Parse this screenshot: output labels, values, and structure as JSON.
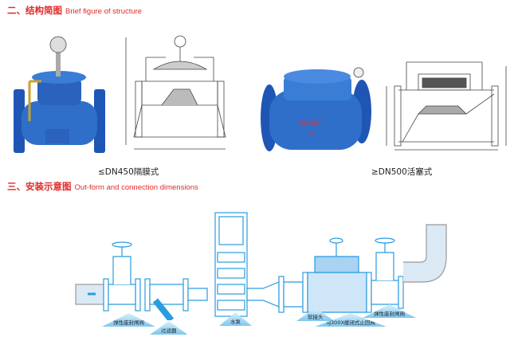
{
  "section1": {
    "number": "二、",
    "title_cn": "结构简图",
    "title_en": "Brief figure of structure"
  },
  "figures": [
    {
      "caption": "≤DN450隔膜式"
    },
    {
      "caption": "≥DN500活塞式",
      "marking": "DN500",
      "pressure": "16"
    }
  ],
  "section2": {
    "number": "三、",
    "title_cn": "安装示意图",
    "title_en": "Out-form and connection dimensions"
  },
  "installation_labels": [
    "弹性座封闸阀",
    "过滤器",
    "水泵",
    "软接头",
    "SJ300X缓闭式止回阀",
    "弹性座封闸阀"
  ],
  "colors": {
    "heading": "#e02a2a",
    "valve_blue": "#2f6fc9",
    "pipe_blue": "#2b9be0"
  }
}
